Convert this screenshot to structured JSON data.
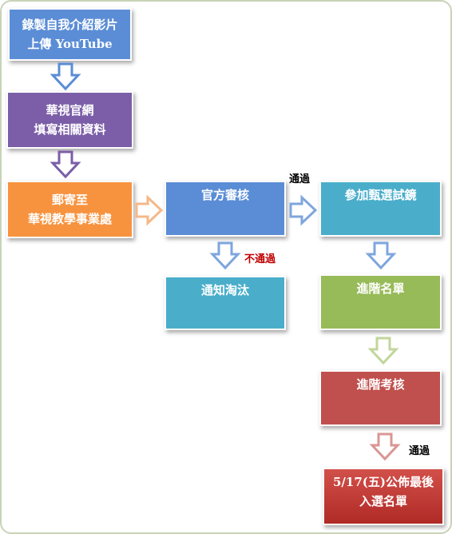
{
  "boxes": {
    "record": {
      "line1": "錄製自我介紹影片",
      "line2": "上傳 YouTube"
    },
    "official_site": {
      "line1": "華視官網",
      "line2": "填寫相關資料"
    },
    "mail": {
      "line1": "郵寄至",
      "line2": "華視教學事業處"
    },
    "review": {
      "line1": "官方審核"
    },
    "audition": {
      "line1": "參加甄選試鏡"
    },
    "eliminated": {
      "line1": "通知淘汰"
    },
    "advanced_list": {
      "line1": "進階名單"
    },
    "advanced_exam": {
      "line1": "進階考核"
    },
    "final": {
      "line1": "5/17(五)公佈最後",
      "line2": "入選名單"
    }
  },
  "labels": {
    "pass_1": "通過",
    "fail": "不通過",
    "pass_2": "通過"
  },
  "colors": {
    "blue": "#5b8dd6",
    "purple": "#7b5ea7",
    "orange": "#f7933f",
    "teal": "#4aaecb",
    "green": "#98bb59",
    "rose": "#c0504d",
    "red": "#c62f2b",
    "fail_text": "#c00000"
  }
}
